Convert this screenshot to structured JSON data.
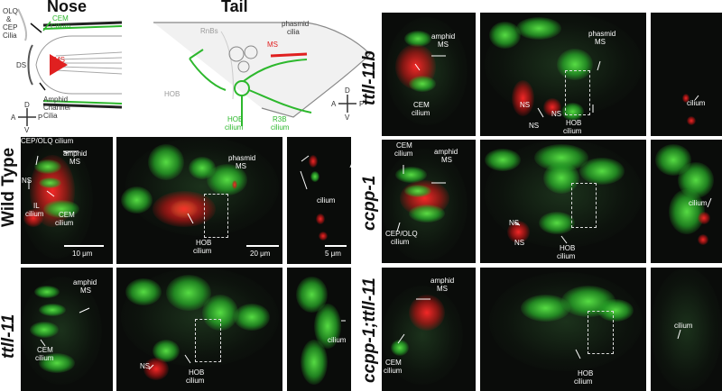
{
  "headers": {
    "nose": "Nose",
    "tail": "Tail"
  },
  "row_labels": {
    "wild_type": "Wild Type",
    "ttll11": "ttll-11",
    "ttll11b": "ttll-11b",
    "ccpp1": "ccpp-1",
    "double": "ccpp-1;ttll-11"
  },
  "nose_schematic": {
    "olq": "OLQ",
    "amp": "&",
    "cep": "CEP",
    "cilia": "Cilia",
    "cem1": "CEM",
    "cem2": "Cilium",
    "ds": "DS",
    "ms": "MS",
    "amphid1": "Amphid",
    "amphid2": "Channel",
    "amphid3": "Cilia"
  },
  "tail_schematic": {
    "rnbs": "RnBs",
    "phasmid1": "phasmid",
    "phasmid2": "cilia",
    "ms": "MS",
    "hob": "HOB",
    "hob_cilium1": "HOB",
    "hob_cilium2": "cilium",
    "r3b1": "R3B",
    "r3b2": "cilium"
  },
  "compass": {
    "d": "D",
    "v": "V",
    "a": "A",
    "p": "P"
  },
  "labels": {
    "cep_olq_cilium": "CEP/OLQ cilium",
    "amphid": "amphid",
    "ms": "MS",
    "ns": "NS",
    "il": "IL",
    "cilium": "cilium",
    "cem": "CEM",
    "phasmid": "phasmid",
    "hob": "HOB",
    "cep_olq": "CEP/OLQ"
  },
  "scale_bars": {
    "s10": "10 μm",
    "s20": "20 μm",
    "s5": "5 μm"
  },
  "colors": {
    "green": "#2db82d",
    "red": "#e02020",
    "dark": "#111111"
  }
}
